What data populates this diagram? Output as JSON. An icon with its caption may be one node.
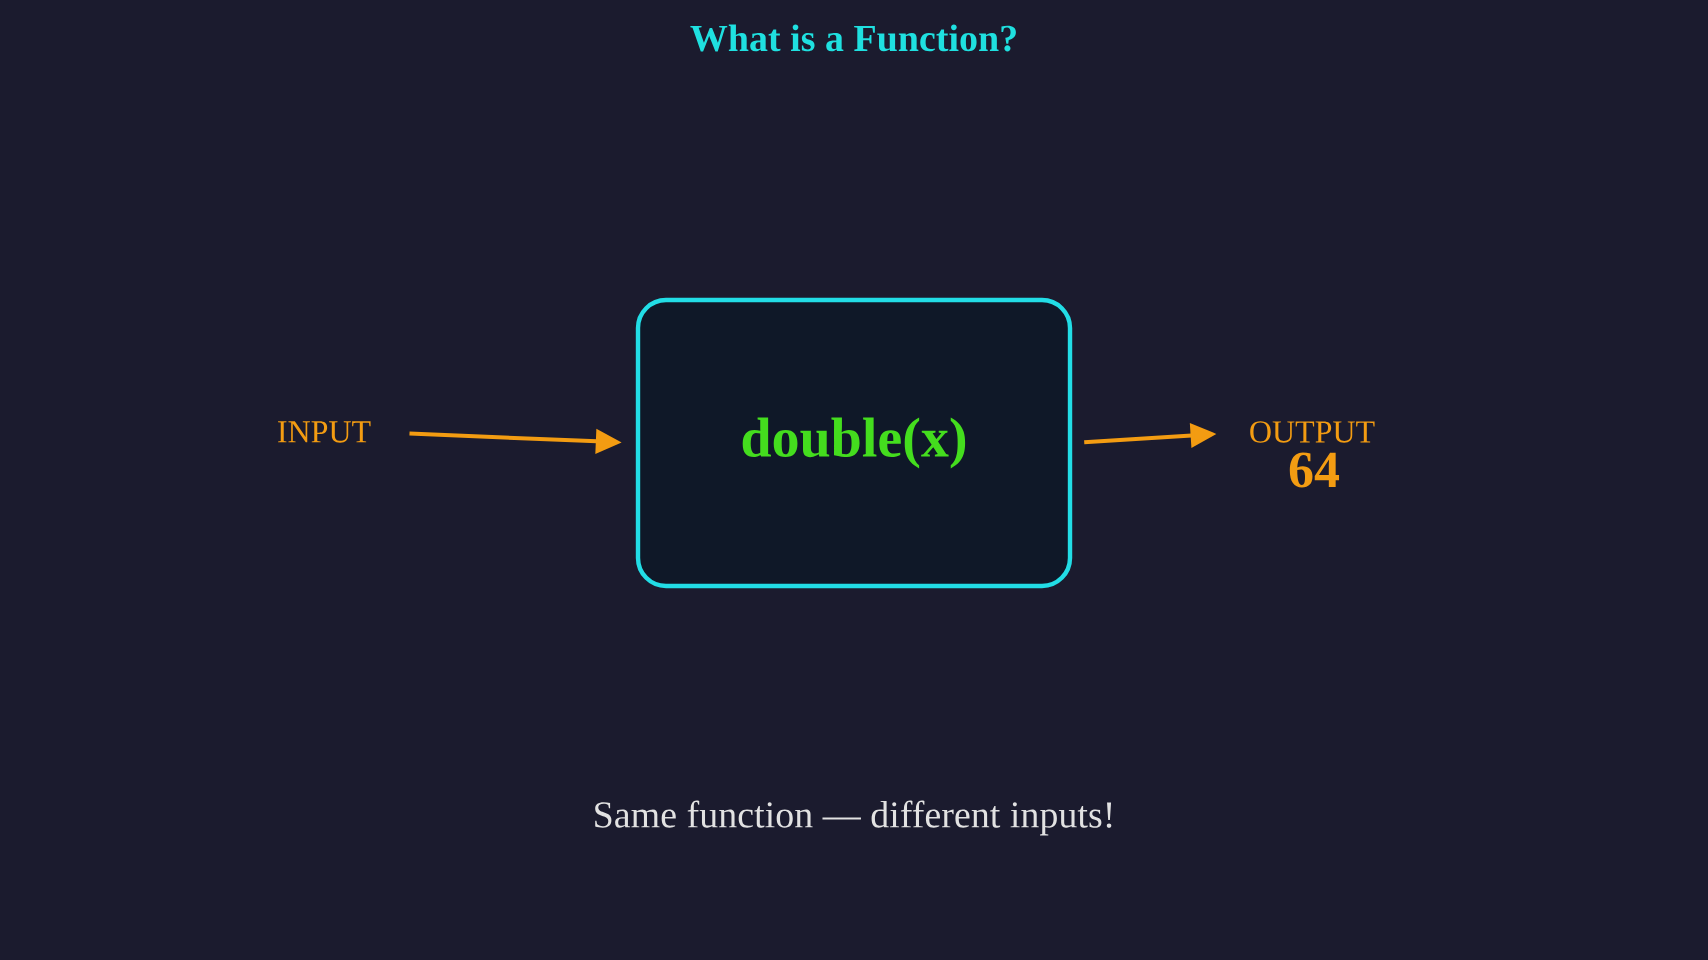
{
  "diagram": {
    "title": "What is a Function?",
    "caption": "Same function — different inputs!",
    "nodes": [
      {
        "text": [
          "INPUT"
        ]
      },
      {
        "text": [
          "double(x)"
        ]
      },
      {
        "text": [
          "OUTPUT"
        ],
        "beside": [
          "64"
        ]
      }
    ],
    "edges": [
      {
        "from": 0,
        "to": 1,
        "arrow": "to"
      },
      {
        "from": 1,
        "to": 2,
        "arrow": "to"
      }
    ]
  }
}
